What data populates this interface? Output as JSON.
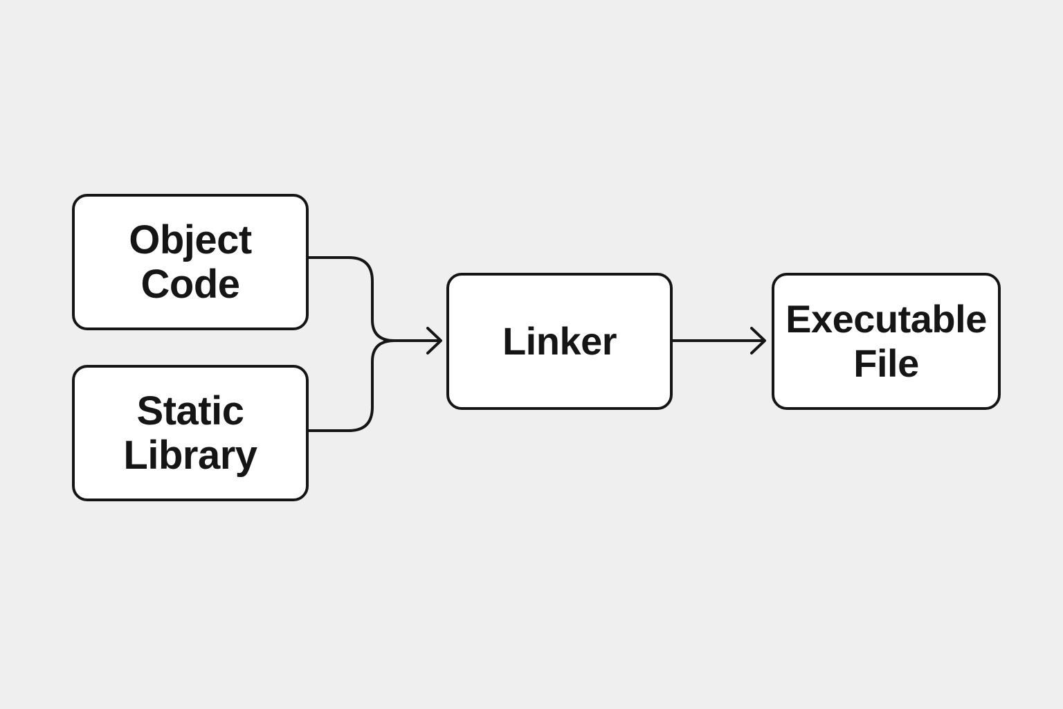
{
  "nodes": {
    "object_code": {
      "lines": [
        "Object",
        "Code"
      ]
    },
    "static_library": {
      "lines": [
        "Static",
        "Library"
      ]
    },
    "linker": {
      "lines": [
        "Linker"
      ]
    },
    "executable_file": {
      "lines": [
        "Executable",
        "File"
      ]
    }
  },
  "edges": [
    {
      "from": "object_code",
      "to": "linker"
    },
    {
      "from": "static_library",
      "to": "linker"
    },
    {
      "from": "linker",
      "to": "executable_file"
    }
  ],
  "colors": {
    "background": "#efefef",
    "node_fill": "#ffffff",
    "stroke": "#151515"
  }
}
